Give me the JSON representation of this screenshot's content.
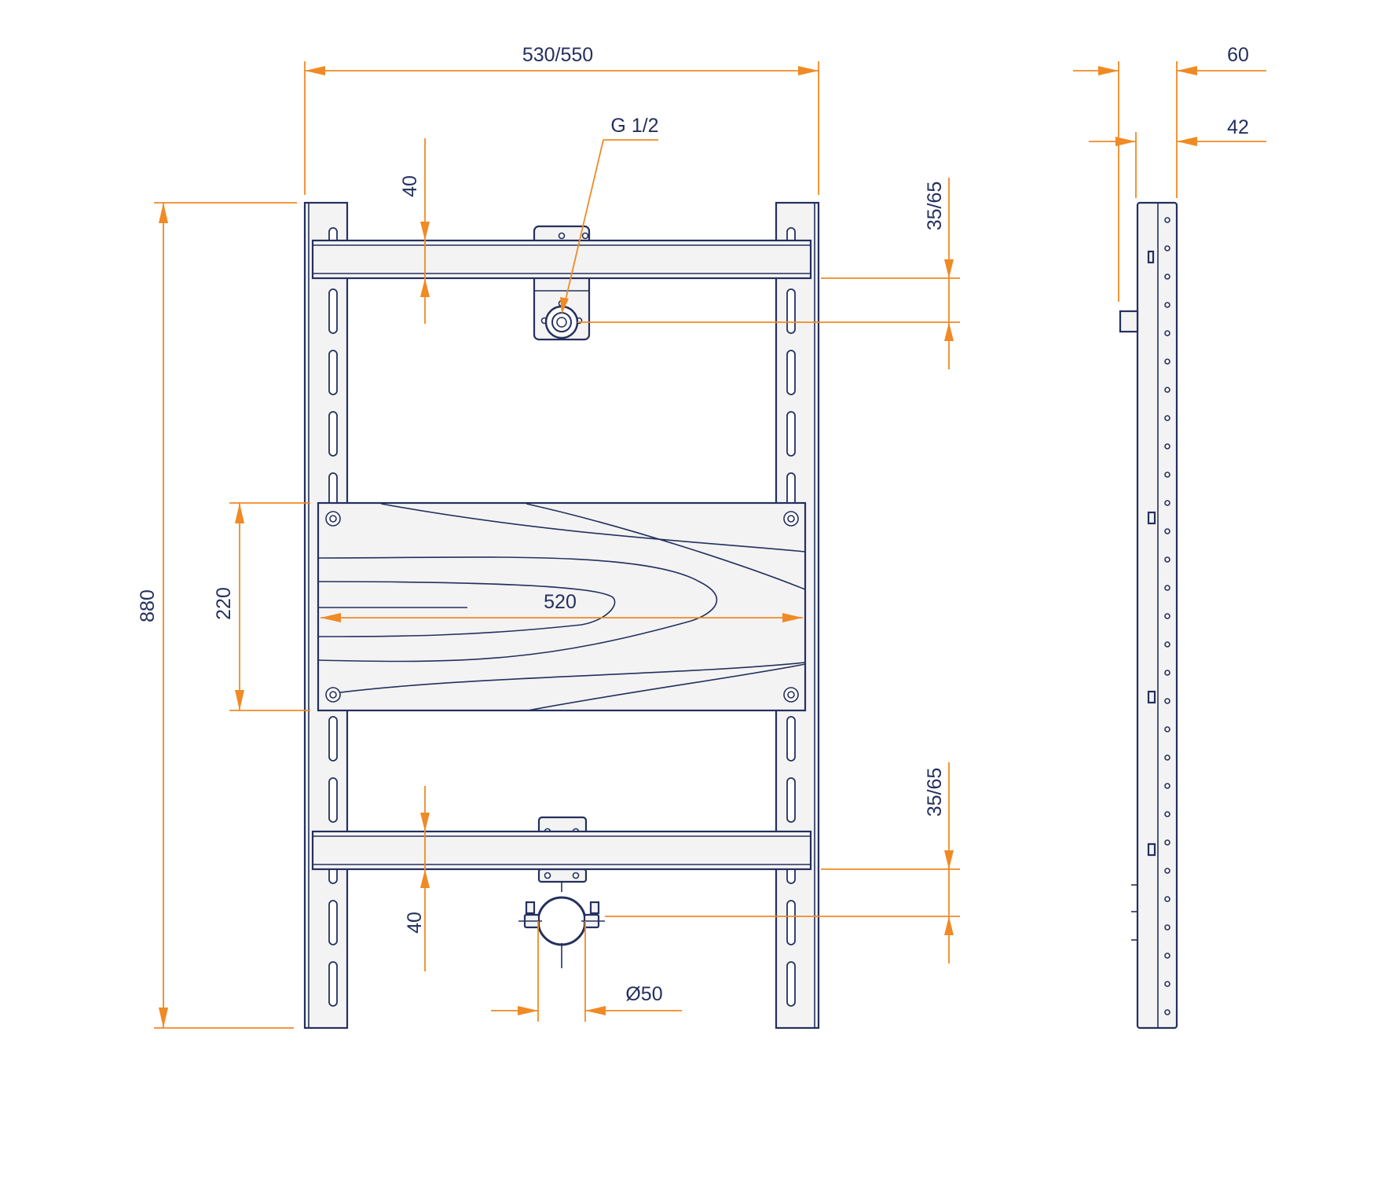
{
  "dimensions": {
    "overall_width": "530/550",
    "connection_thread": "G 1/2",
    "top_bar_offset": "40",
    "top_pipe_offset": "35/65",
    "overall_height": "880",
    "board_height": "220",
    "board_width": "520",
    "bottom_pipe_offset": "35/65",
    "bottom_bar_offset": "40",
    "drain_diameter": "Ø50",
    "side_depth_total": "60",
    "side_depth_profile": "42"
  },
  "colors": {
    "outline": "#24305e",
    "dimension": "#f08a24",
    "fill": "#f3f3f3",
    "background": "#ffffff"
  }
}
